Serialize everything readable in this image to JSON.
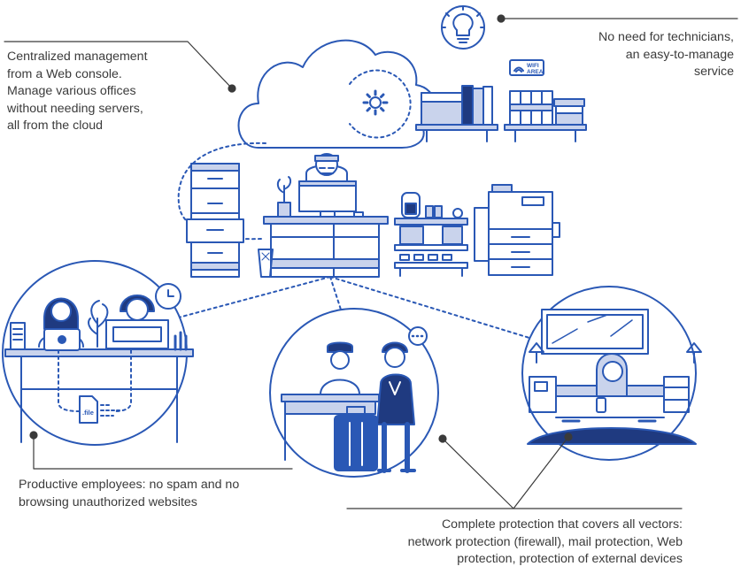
{
  "colors": {
    "primary": "#2a58b5",
    "light_fill": "#c9d3ec",
    "dark_fill": "#1f3a80",
    "leader_line": "#3a3a3a",
    "text": "#3b3b3b"
  },
  "icons": [
    "cloud-icon",
    "gear-icon",
    "lightbulb-icon",
    "wifi-area-sign-icon",
    "file-icon",
    "speech-bubble-icon",
    "clock-icon"
  ],
  "sign": {
    "line1": "WIFI",
    "line2": "AREA"
  },
  "file_label": ".file",
  "captions": {
    "cloud_management": "Centralized management\nfrom a Web console.\nManage various offices\nwithout needing servers,\nall from the cloud",
    "no_technicians": "No need for technicians,\nan easy-to-manage\nservice",
    "productive_employees": "Productive employees: no spam and no\nbrowsing unauthorized websites",
    "complete_protection": "Complete protection that covers all vectors:\nnetwork protection (firewall), mail protection, Web\nprotection, protection of external devices"
  }
}
